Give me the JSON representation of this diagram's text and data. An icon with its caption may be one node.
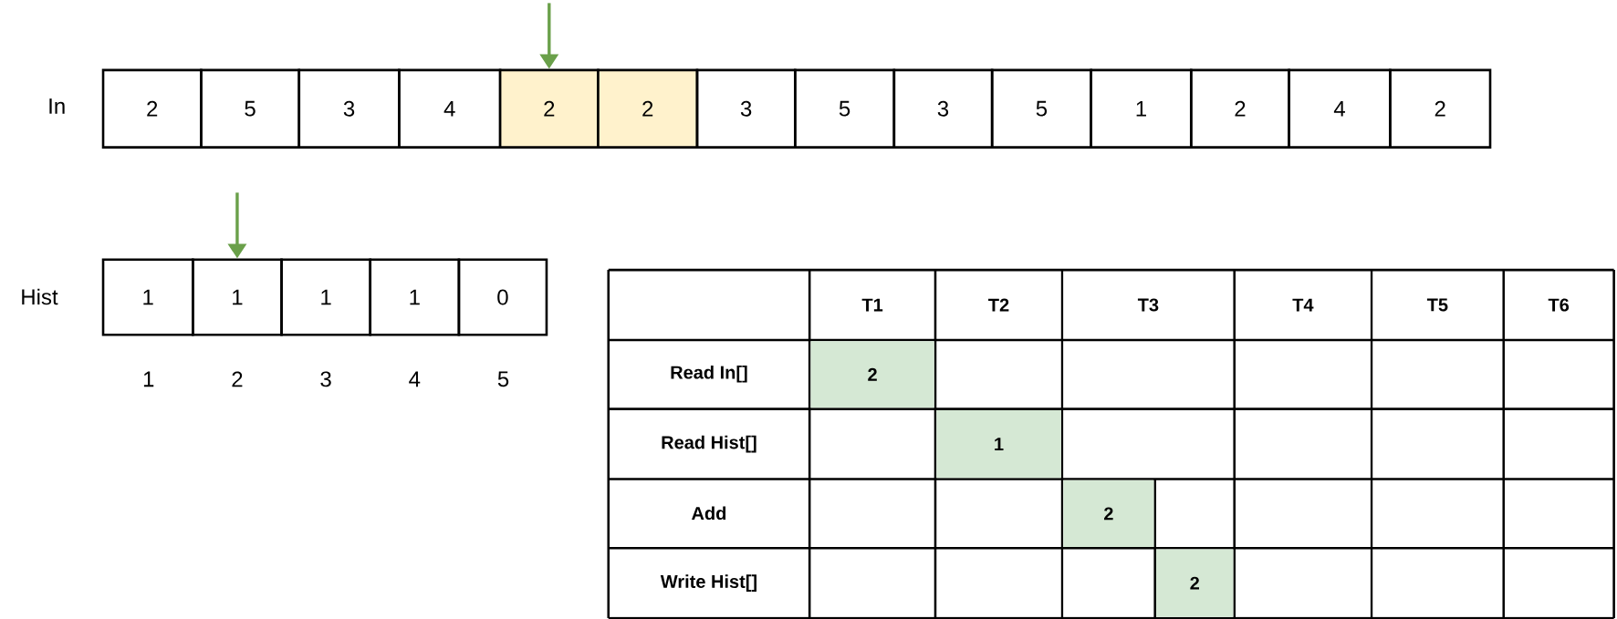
{
  "diagram": {
    "nodes": [
      {
        "text": [
          "2"
        ]
      },
      {
        "text": [
          "5"
        ]
      },
      {
        "text": [
          "3"
        ]
      },
      {
        "text": [
          "4"
        ]
      },
      {
        "text": [
          "2"
        ]
      },
      {
        "text": [
          "2"
        ]
      },
      {
        "text": [
          "3"
        ]
      },
      {
        "text": [
          "5"
        ]
      },
      {
        "text": [
          "3"
        ]
      },
      {
        "text": [
          "5"
        ]
      },
      {
        "text": [
          "1"
        ]
      },
      {
        "text": [
          "2"
        ]
      },
      {
        "text": [
          "4"
        ]
      },
      {
        "text": [
          "2"
        ]
      },
      {
        "text": [
          "1"
        ]
      },
      {
        "text": [
          "1"
        ]
      },
      {
        "text": [
          "1"
        ]
      },
      {
        "text": [
          "1"
        ]
      },
      {
        "text": [
          "0"
        ]
      }
    ],
    "edges": [
      {
        "from": null,
        "to": 4,
        "arrow": "to"
      },
      {
        "from": null,
        "to": 15,
        "arrow": "to"
      }
    ],
    "labels": [
      "In",
      "Hist",
      "1",
      "2",
      "3",
      "4",
      "5",
      "T1",
      "T2",
      "T3",
      "T4",
      "T5",
      "T6",
      "Read In[]",
      "2",
      "Read Hist[]",
      "1",
      "Add",
      "2",
      "Write Hist[]",
      "2"
    ]
  }
}
